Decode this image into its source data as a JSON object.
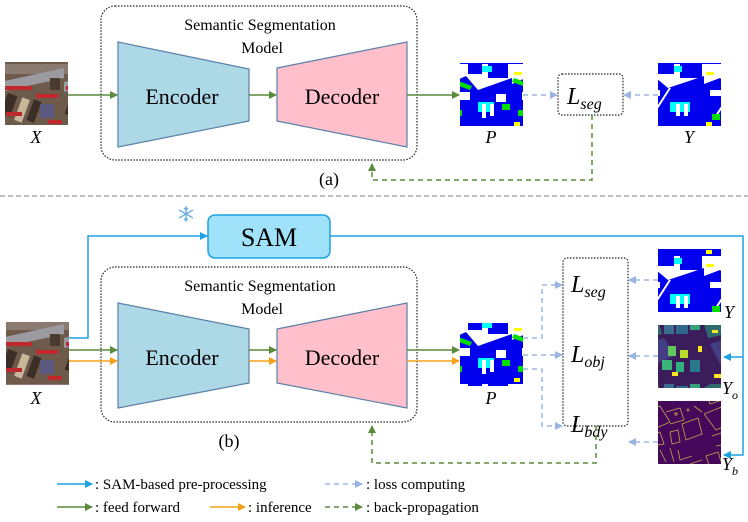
{
  "panel_a": {
    "caption": "(a)",
    "model_title_line1": "Semantic Segmentation",
    "model_title_line2": "Model",
    "encoder_label": "Encoder",
    "decoder_label": "Decoder",
    "input_label": "X",
    "prediction_label": "P",
    "groundtruth_label": "Y",
    "loss": {
      "main": "L",
      "sub": "seg"
    }
  },
  "panel_b": {
    "caption": "(b)",
    "sam_label": "SAM",
    "frozen_icon": "snowflake-icon",
    "model_title_line1": "Semantic Segmentation",
    "model_title_line2": "Model",
    "encoder_label": "Encoder",
    "decoder_label": "Decoder",
    "input_label": "X",
    "prediction_label": "P",
    "targets": [
      {
        "main": "Y",
        "sub": ""
      },
      {
        "main": "Y",
        "sub": "o"
      },
      {
        "main": "Y",
        "sub": "b"
      }
    ],
    "losses": [
      {
        "main": "L",
        "sub": "seg"
      },
      {
        "main": "L",
        "sub": "obj"
      },
      {
        "main": "L",
        "sub": "bdy"
      }
    ]
  },
  "legend": [
    {
      "name": "sam-preprocessing",
      "label": ": SAM-based pre-processing",
      "style": "solid",
      "color": "#1ba1e2"
    },
    {
      "name": "loss-computing",
      "label": ": loss computing",
      "style": "dashed",
      "color": "#9bb5e3"
    },
    {
      "name": "feed-forward",
      "label": ": feed forward",
      "style": "solid",
      "color": "#5a8a3c"
    },
    {
      "name": "inference",
      "label": ": inference",
      "style": "solid",
      "color": "#f5a01a"
    },
    {
      "name": "back-propagation",
      "label": ": back-propagation",
      "style": "dashed",
      "color": "#5a8a3c"
    }
  ],
  "colors": {
    "encoder_fill": "#add8e6",
    "decoder_fill": "#ffc0cb",
    "sam_fill": "#9fe2fa",
    "sam_stroke": "#1ba1e2",
    "feed_forward": "#5a8a3c",
    "inference": "#f5a01a",
    "loss": "#9bb5e3",
    "separator": "#999999"
  }
}
